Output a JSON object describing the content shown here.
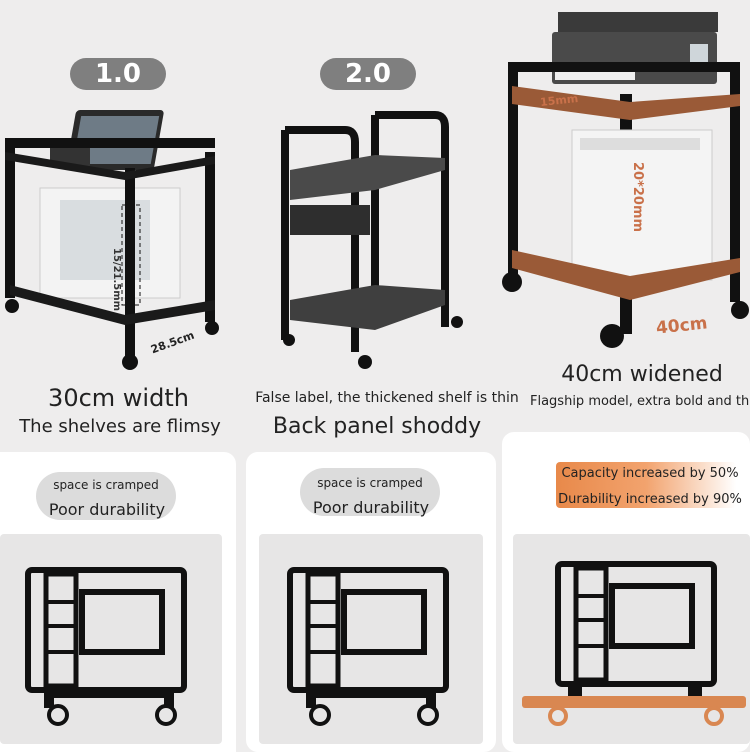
{
  "columns": [
    {
      "badge": "1.0",
      "title": "30cm width",
      "subtitle": "The shelves are flimsy",
      "dimension_label": "28.5cm",
      "height_label": "15/21.5mm",
      "pill_line1": "space is cramped",
      "pill_line2": "Poor durability"
    },
    {
      "badge": "2.0",
      "subtitle_top": "False label, the thickened shelf is thin",
      "title": "Back panel shoddy",
      "pill_line1": "space is cramped",
      "pill_line2": "Poor durability"
    },
    {
      "title": "40cm widened",
      "subtitle": "Flagship model, extra bold and thick",
      "top_label": "15mm",
      "height_label": "20*20mm",
      "width_label": "40cm",
      "feature_line1": "Capacity increased by 50%",
      "feature_line2": "Durability increased by 90%"
    }
  ],
  "colors": {
    "badge": "#7f7f7f",
    "accent": "#e8894a",
    "frame": "#111111",
    "wood": "#9a5a37"
  },
  "icons": [
    "stand-icon-basic",
    "stand-icon-basic",
    "stand-icon-widened"
  ]
}
